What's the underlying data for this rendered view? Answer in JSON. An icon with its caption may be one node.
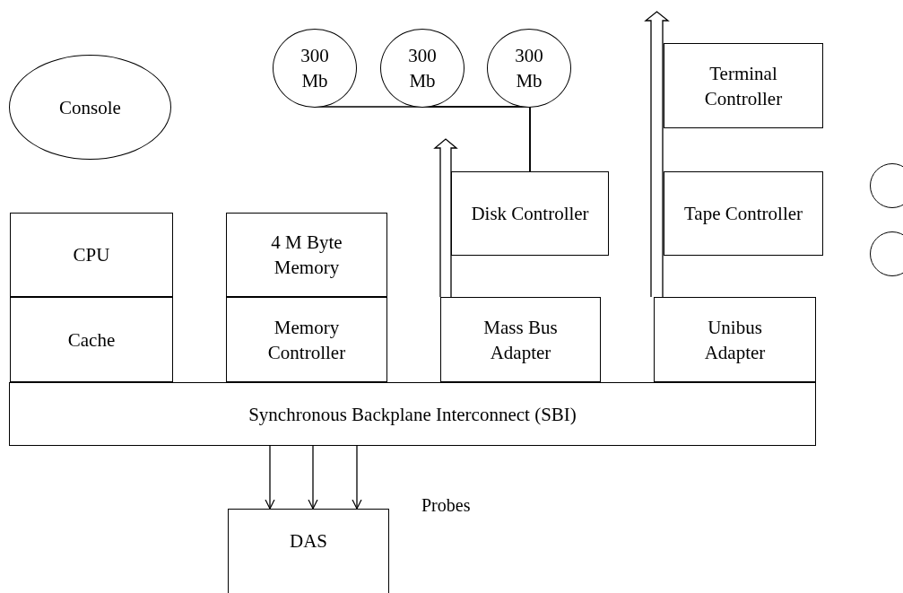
{
  "diagram": {
    "nodes": [
      {
        "text": [
          "Console"
        ]
      },
      {
        "text": [
          "300 Mb"
        ]
      },
      {
        "text": [
          "300 Mb"
        ]
      },
      {
        "text": [
          "300 Mb"
        ]
      },
      {
        "text": [
          "Terminal Controller"
        ]
      },
      {
        "text": [
          "Disk Controller"
        ]
      },
      {
        "text": [
          "Tape Controller"
        ]
      },
      {
        "text": [
          "CPU"
        ]
      },
      {
        "text": [
          "4 M Byte Memory"
        ]
      },
      {
        "text": [
          "Cache"
        ]
      },
      {
        "text": [
          "Memory Controller"
        ]
      },
      {
        "text": [
          "Mass Bus Adapter"
        ]
      },
      {
        "text": [
          "Unibus Adapter"
        ]
      },
      {
        "text": [
          "Synchronous Backplane Interconnect (SBI)"
        ]
      },
      {
        "text": [
          "DAS"
        ]
      },
      {
        "text": [],
        "shape": "circle"
      },
      {
        "text": [],
        "shape": "circle"
      }
    ],
    "edges": [
      {
        "from": 1,
        "to": 5,
        "arrow": "none"
      },
      {
        "from": 2,
        "to": 5,
        "arrow": "none"
      },
      {
        "from": 3,
        "to": 5,
        "arrow": "none"
      },
      {
        "from": 11,
        "to": null,
        "arrow": "to",
        "style": "thick"
      },
      {
        "from": 12,
        "to": null,
        "arrow": "to",
        "style": "thick"
      },
      {
        "from": 13,
        "to": 14,
        "arrow": "to"
      },
      {
        "from": 13,
        "to": 14,
        "arrow": "to"
      },
      {
        "from": 13,
        "to": 14,
        "arrow": "to"
      }
    ],
    "labels": [
      "Probes"
    ]
  }
}
